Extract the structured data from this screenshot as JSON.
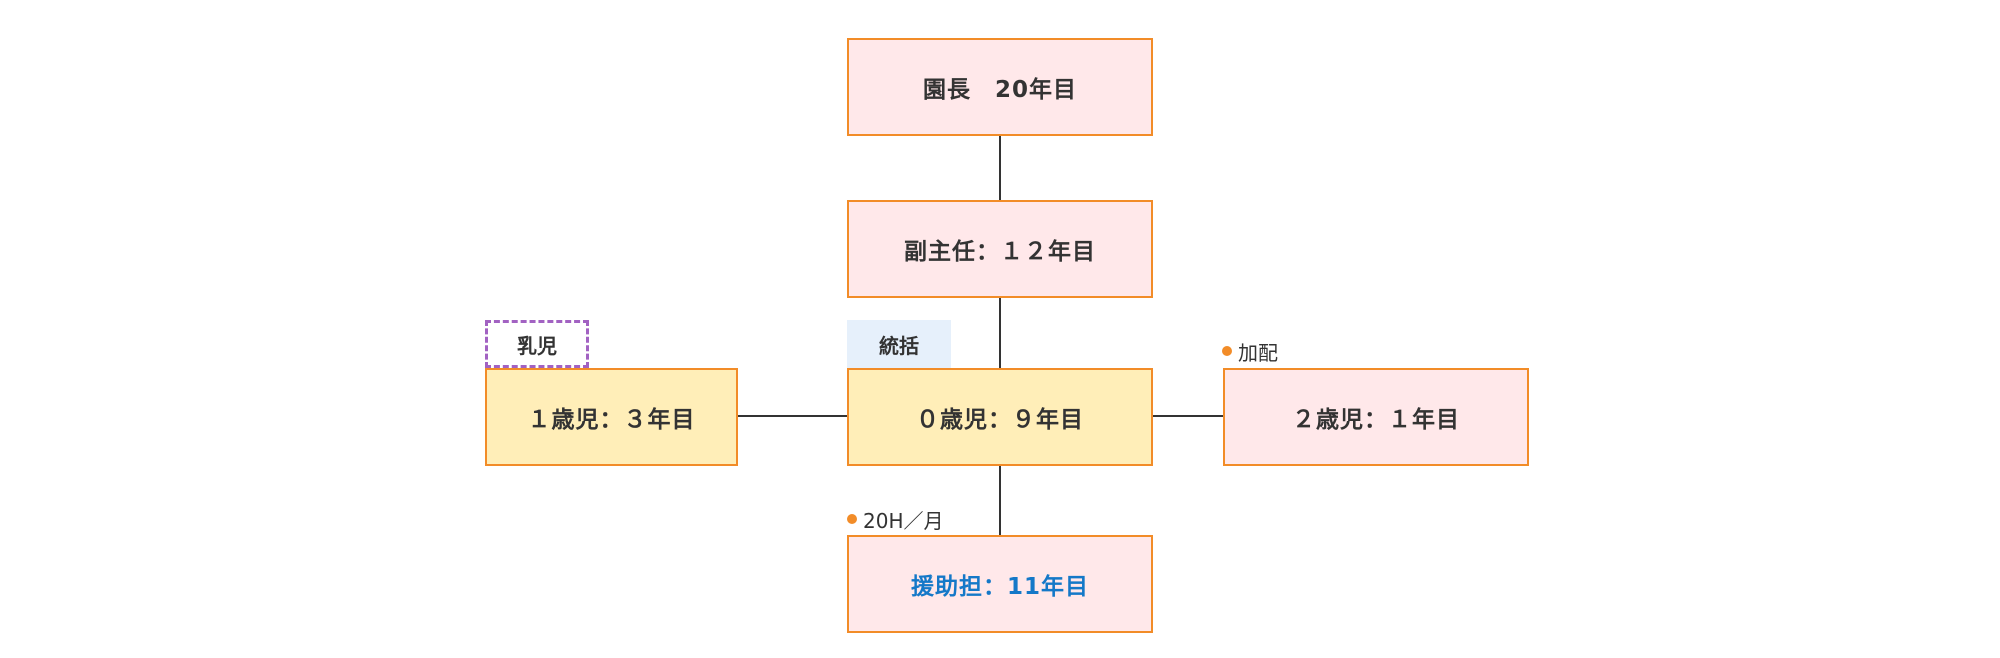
{
  "colors": {
    "node_border": "#F28C28",
    "node_pink_fill": "#FFE8EA",
    "node_yellow_fill": "#FFEEB8",
    "blue_text": "#1478C8",
    "dashed_tag_border": "#A262C2",
    "light_tag_fill": "#E6F0FB",
    "bullet": "#F28C28",
    "connector": "#333333"
  },
  "nodes": {
    "director": "園長　20年目",
    "vice_chief": "副主任：１２年目",
    "age0": "０歳児：９年目",
    "age1": "１歳児：３年目",
    "age2": "２歳児：１年目",
    "support": "援助担：11年目"
  },
  "tags": {
    "infant": "乳児",
    "oversight": "統括"
  },
  "notes": {
    "extra_staff": "加配",
    "hours": "20H／月"
  }
}
